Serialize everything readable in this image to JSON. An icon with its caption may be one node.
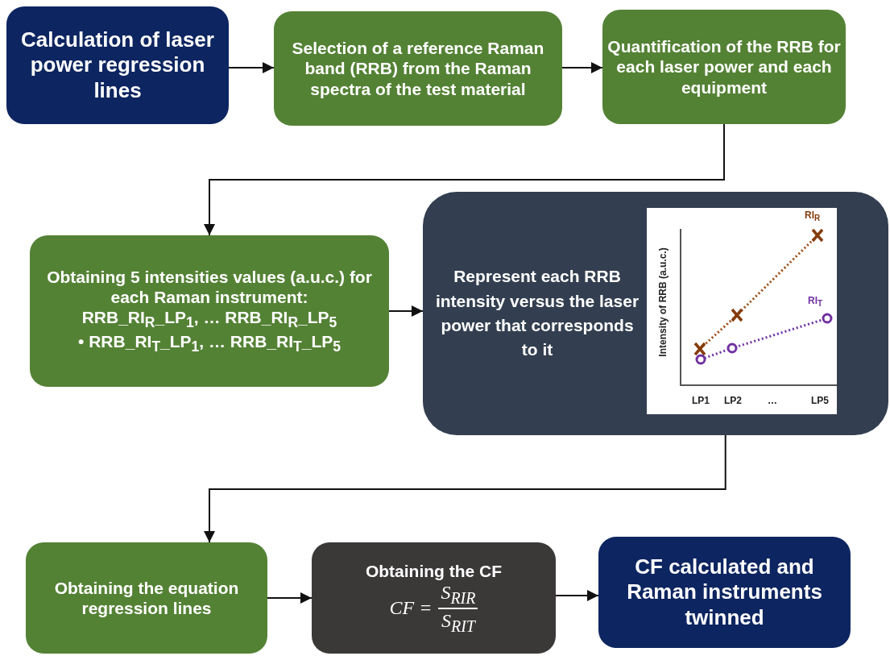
{
  "diagram": {
    "nodes": [
      {
        "text": [
          "Calculation of laser power regression lines"
        ]
      },
      {
        "text": [
          "Selection of a reference Raman band (RRB) from the Raman spectra of the test material"
        ]
      },
      {
        "text": [
          "Quantification of the RRB for each laser power and each equipment"
        ]
      },
      {
        "text": [
          "Obtaining 5 intensities values (a.u.c.) for each Raman instrument:",
          "RRB_RI$_{R}$_LP$_{1}$, … RRB_RI$_{R}$_LP$_{5}$",
          "•  RRB_RI$_{T}$_LP$_{1}$, … RRB_RI$_{T}$_LP$_{5}$"
        ]
      },
      {
        "text": [
          "Represent each RRB intensity versus the laser power that corresponds to it"
        ]
      },
      {
        "text": [
          "Obtaining the equation regression lines"
        ]
      },
      {
        "text": [
          "Obtaining the CF",
          "CF =",
          "S$_{RIR}$",
          "S$_{RIT}$"
        ]
      },
      {
        "text": [
          "CF calculated and Raman instruments twinned"
        ]
      }
    ],
    "edges": [
      {
        "from": 0,
        "to": 1,
        "arrow": "to"
      },
      {
        "from": 1,
        "to": 2,
        "arrow": "to"
      },
      {
        "from": 2,
        "to": 3,
        "arrow": "to"
      },
      {
        "from": 3,
        "to": 4,
        "arrow": "to"
      },
      {
        "from": 4,
        "to": 5,
        "arrow": "to"
      },
      {
        "from": 5,
        "to": 6,
        "arrow": "to"
      },
      {
        "from": 6,
        "to": 7,
        "arrow": "to"
      }
    ],
    "labels": [
      "RI$_{R}$",
      "Intensity of RRB (a.u.c.)",
      "RI$_{T}$",
      "LP1",
      "LP2",
      "…",
      "LP5"
    ]
  }
}
